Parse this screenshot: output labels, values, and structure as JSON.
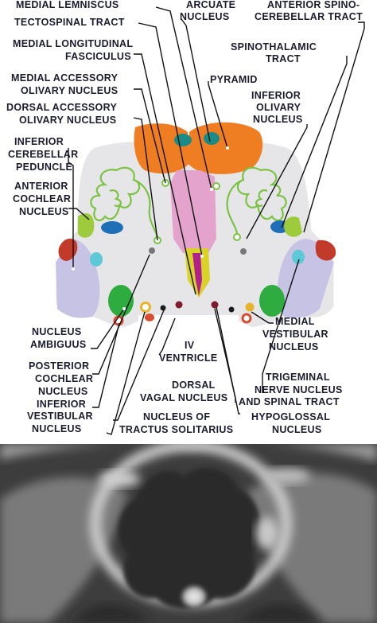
{
  "labels": {
    "medial_lemniscus": "MEDIAL LEMNISCUS",
    "tectospinal_tract": "TECTOSPINAL TRACT",
    "medial_longitudinal_fasciculus_1": "MEDIAL LONGITUDINAL",
    "medial_longitudinal_fasciculus_2": "FASCICULUS",
    "medial_accessory_olivary_1": "MEDIAL ACCESSORY",
    "medial_accessory_olivary_2": "OLIVARY NUCLEUS",
    "dorsal_accessory_olivary_1": "DORSAL ACCESSORY",
    "dorsal_accessory_olivary_2": "OLIVARY NUCLEUS",
    "inferior_cerebellar_peduncle_1": "INFERIOR",
    "inferior_cerebellar_peduncle_2": "CEREBELLAR",
    "inferior_cerebellar_peduncle_3": "PEDUNCLE",
    "anterior_cochlear_1": "ANTERIOR",
    "anterior_cochlear_2": "COCHLEAR",
    "anterior_cochlear_3": "NUCLEUS",
    "arcuate_1": "ARCUATE",
    "arcuate_2": "NUCLEUS",
    "anterior_spinocerebellar_1": "ANTERIOR SPINO-",
    "anterior_spinocerebellar_2": "CEREBELLAR TRACT",
    "spinothalamic_1": "SPINOTHALAMIC",
    "spinothalamic_2": "TRACT",
    "pyramid": "PYRAMID",
    "inferior_olivary_1": "INFERIOR",
    "inferior_olivary_2": "OLIVARY",
    "inferior_olivary_3": "NUCLEUS",
    "nucleus_ambiguus_1": "NUCLEUS",
    "nucleus_ambiguus_2": "AMBIGUUS",
    "posterior_cochlear_1": "POSTERIOR",
    "posterior_cochlear_2": "COCHLEAR",
    "posterior_cochlear_3": "NUCLEUS",
    "inferior_vestibular_1": "INFERIOR",
    "inferior_vestibular_2": "VESTIBULAR",
    "inferior_vestibular_3": "NUCLEUS",
    "iv_ventricle_1": "IV",
    "iv_ventricle_2": "VENTRICLE",
    "dorsal_vagal_1": "DORSAL",
    "dorsal_vagal_2": "VAGAL NUCLEUS",
    "tractus_solitarius_1": "NUCLEUS OF",
    "tractus_solitarius_2": "TRACTUS SOLITARIUS",
    "medial_vestibular_1": "MEDIAL",
    "medial_vestibular_2": "VESTIBULAR",
    "medial_vestibular_3": "NUCLEUS",
    "trigeminal_1": "TRIGEMINAL",
    "trigeminal_2": "NERVE NUCLEUS",
    "trigeminal_3": "AND SPINAL TRACT",
    "hypoglossal_1": "HYPOGLOSSAL",
    "hypoglossal_2": "NUCLEUS"
  },
  "colors": {
    "medulla_body": "#e6e6e8",
    "pyramid": "#ef7d22",
    "arcuate": "#1a8b86",
    "medial_lemniscus": "#e3a3cc",
    "mlf": "#d8d229",
    "tectospinal": "#b2208a",
    "olivary_outline": "#7cc242",
    "spinothalamic": "#1e6fb7",
    "ant_spinocerebellar": "#9dcb3b",
    "inf_cerebellar_peduncle": "#c23a2a",
    "vestibular_purple": "#c7c3e5",
    "anterior_cochlear": "#5bcad6",
    "nucleus_ambiguus": "#2fac3f",
    "hypoglossal": "#7e1b2e",
    "solitarius": "#e6b32a",
    "inferior_vestibular": "#d94c30",
    "dorsal_vagal": "#1b1b1b",
    "text": "#1b1b2e"
  }
}
